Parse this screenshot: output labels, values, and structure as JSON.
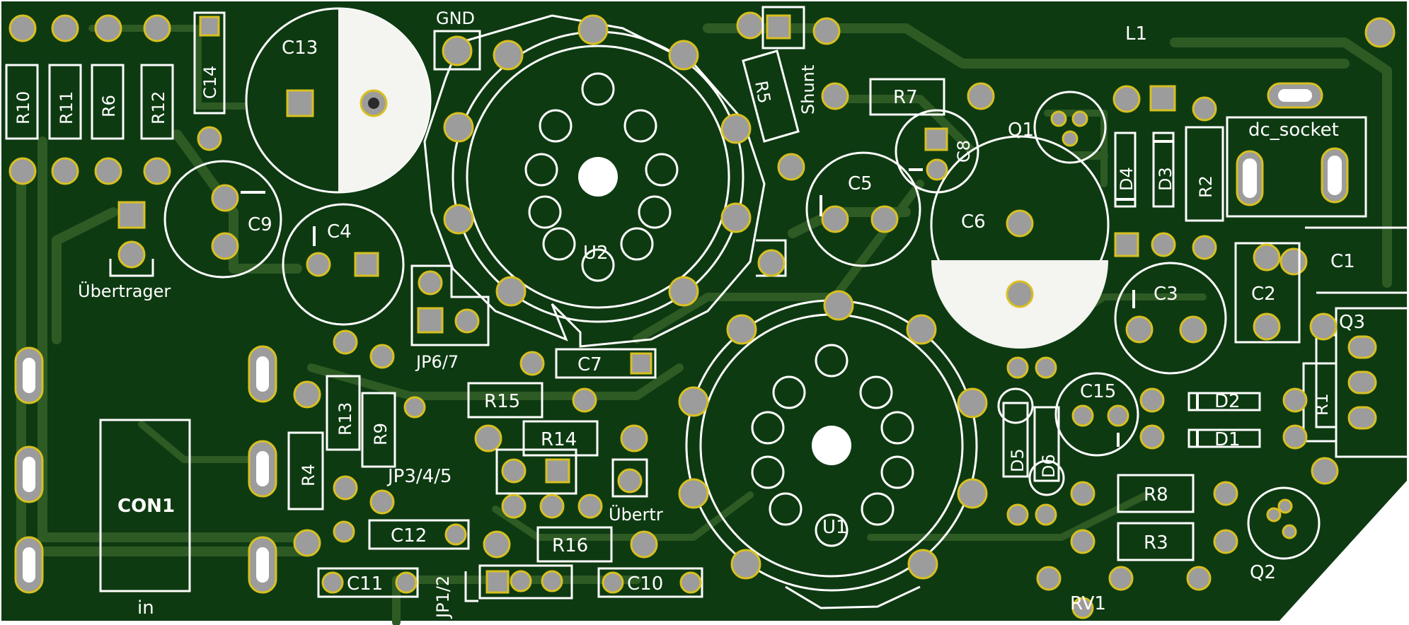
{
  "board": {
    "colors": {
      "background": "#ffffff",
      "substrate": "#0e3a12",
      "copper": "#2e5a24",
      "silkscreen": "#ffffff",
      "pad": "#9c9c9c",
      "pad_ring": "#d8c020"
    },
    "labels": {
      "gnd": "GND",
      "c13": "C13",
      "c14": "C14",
      "r10": "R10",
      "r11": "R11",
      "r6": "R6",
      "r12": "R12",
      "c9": "C9",
      "c4": "C4",
      "uebertrager": "Übertrager",
      "u2": "U2",
      "u1": "U1",
      "r5": "R5",
      "shunt": "Shunt",
      "r7": "R7",
      "c8": "C8",
      "c5": "C5",
      "c6": "C6",
      "l1": "L1",
      "q1": "Q1",
      "d4": "D4",
      "d3": "D3",
      "r2": "R2",
      "dc_socket": "dc_socket",
      "c1": "C1",
      "c2": "C2",
      "c3": "C3",
      "q3": "Q3",
      "jp67": "JP6/7",
      "c7": "C7",
      "r15": "R15",
      "r14": "R14",
      "r13": "R13",
      "r9": "R9",
      "r4": "R4",
      "jp345": "JP3/4/5",
      "uebertr": "Übertr",
      "con1": "CON1",
      "c12": "C12",
      "r16": "R16",
      "jp12": "JP1/2",
      "c11": "C11",
      "c10": "C10",
      "in": "in",
      "c15": "C15",
      "d5": "D5",
      "d6": "D6",
      "d2": "D2",
      "d1": "D1",
      "r1": "R1",
      "r8": "R8",
      "r3": "R3",
      "rv1": "RV1",
      "q2": "Q2"
    }
  }
}
